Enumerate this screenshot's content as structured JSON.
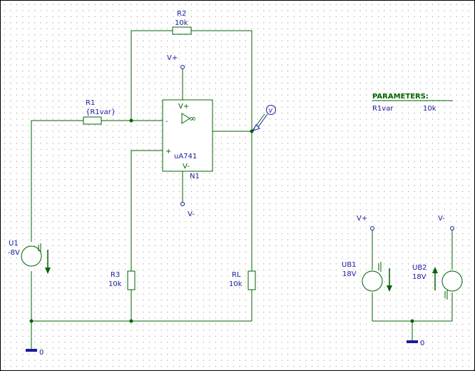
{
  "colors": {
    "wire": "#006400",
    "label": "#1a1aa0",
    "background": "#ffffff",
    "grid": "#808080"
  },
  "components": {
    "r1": {
      "name": "R1",
      "value": "{R1var}"
    },
    "r2": {
      "name": "R2",
      "value": "10k"
    },
    "r3": {
      "name": "R3",
      "value": "10k"
    },
    "rl": {
      "name": "RL",
      "value": "10k"
    },
    "opamp": {
      "model": "uA741",
      "ref": "N1",
      "vplus": "V+",
      "vminus": "V-",
      "inv": "-",
      "noninv": "+"
    },
    "u1": {
      "name": "U1",
      "value": "-8V"
    },
    "ub1": {
      "name": "UB1",
      "value": "18V"
    },
    "ub2": {
      "name": "UB2",
      "value": "18V"
    }
  },
  "supply_labels": {
    "opamp_top": "V+",
    "opamp_bottom": "V-",
    "ub1_top": "V+",
    "ub2_top": "V-"
  },
  "grounds": {
    "main": "0",
    "supply": "0"
  },
  "probe": {
    "label": "V"
  },
  "parameters": {
    "title": "PARAMETERS:",
    "name": "R1var",
    "value": "10k"
  }
}
